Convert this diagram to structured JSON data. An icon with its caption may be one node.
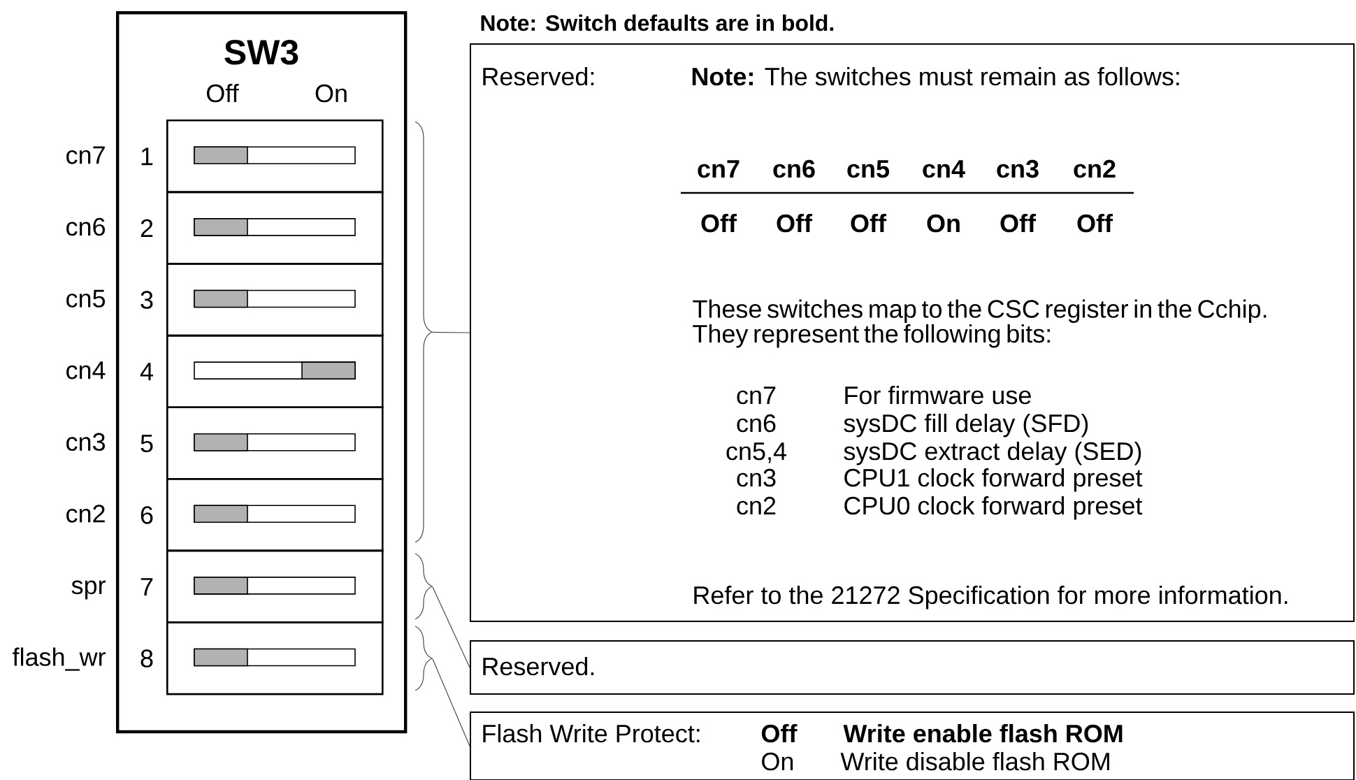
{
  "diagram": {
    "nodes": [
      {
        "text": [
          "SW3"
        ]
      },
      {
        "text": [],
        "shape": "box",
        "in": 0,
        "beside": [
          "cn7",
          "1"
        ]
      },
      {
        "text": [],
        "shape": "box",
        "in": 0,
        "beside": [
          "cn6",
          "2"
        ]
      },
      {
        "text": [],
        "shape": "box",
        "in": 0,
        "beside": [
          "cn5",
          "3"
        ]
      },
      {
        "text": [],
        "shape": "box",
        "in": 0,
        "beside": [
          "cn4",
          "4"
        ]
      },
      {
        "text": [],
        "shape": "box",
        "in": 0,
        "beside": [
          "cn3",
          "5"
        ]
      },
      {
        "text": [],
        "shape": "box",
        "in": 0,
        "beside": [
          "cn2",
          "6"
        ]
      },
      {
        "text": [],
        "shape": "box",
        "in": 0,
        "beside": [
          "spr",
          "7"
        ]
      },
      {
        "text": [],
        "shape": "box",
        "in": 0,
        "beside": [
          "flash_wr",
          "8"
        ]
      },
      {
        "text": [],
        "shape": "brace"
      },
      {
        "text": [],
        "shape": "brace"
      },
      {
        "text": [],
        "shape": "brace"
      },
      {
        "text": [
          "Reserved:",
          "**Note:** The switches must remain as follows:",
          "cn7",
          "cn6",
          "cn5",
          "cn4",
          "cn3",
          "cn2",
          "Off",
          "Off",
          "Off",
          "On",
          "Off",
          "Off",
          "These switches map to the CSC register in the Cchip. They represent the following bits:",
          "cn7",
          "For firmware use",
          "cn6",
          "sysDC fill delay (SFD)",
          "cn5,4",
          "sysDC extract delay (SED)",
          "cn3",
          "CPU1 clock forward preset",
          "cn2",
          "CPU0 clock forward preset",
          "Refer to the 21272 Specification for more information."
        ]
      },
      {
        "text": [
          "Reserved."
        ]
      },
      {
        "text": [
          "Flash Write Protect:",
          "Off",
          "Write enable flash ROM",
          "On",
          "Write disable flash ROM"
        ]
      }
    ],
    "edges": [
      {
        "from": 9,
        "to": 12,
        "arrow": "none"
      },
      {
        "from": 10,
        "to": 13,
        "arrow": "none"
      },
      {
        "from": 11,
        "to": 14,
        "arrow": "none"
      }
    ],
    "labels": [
      "Note: Switch defaults are in bold.",
      "Off",
      "On"
    ]
  }
}
